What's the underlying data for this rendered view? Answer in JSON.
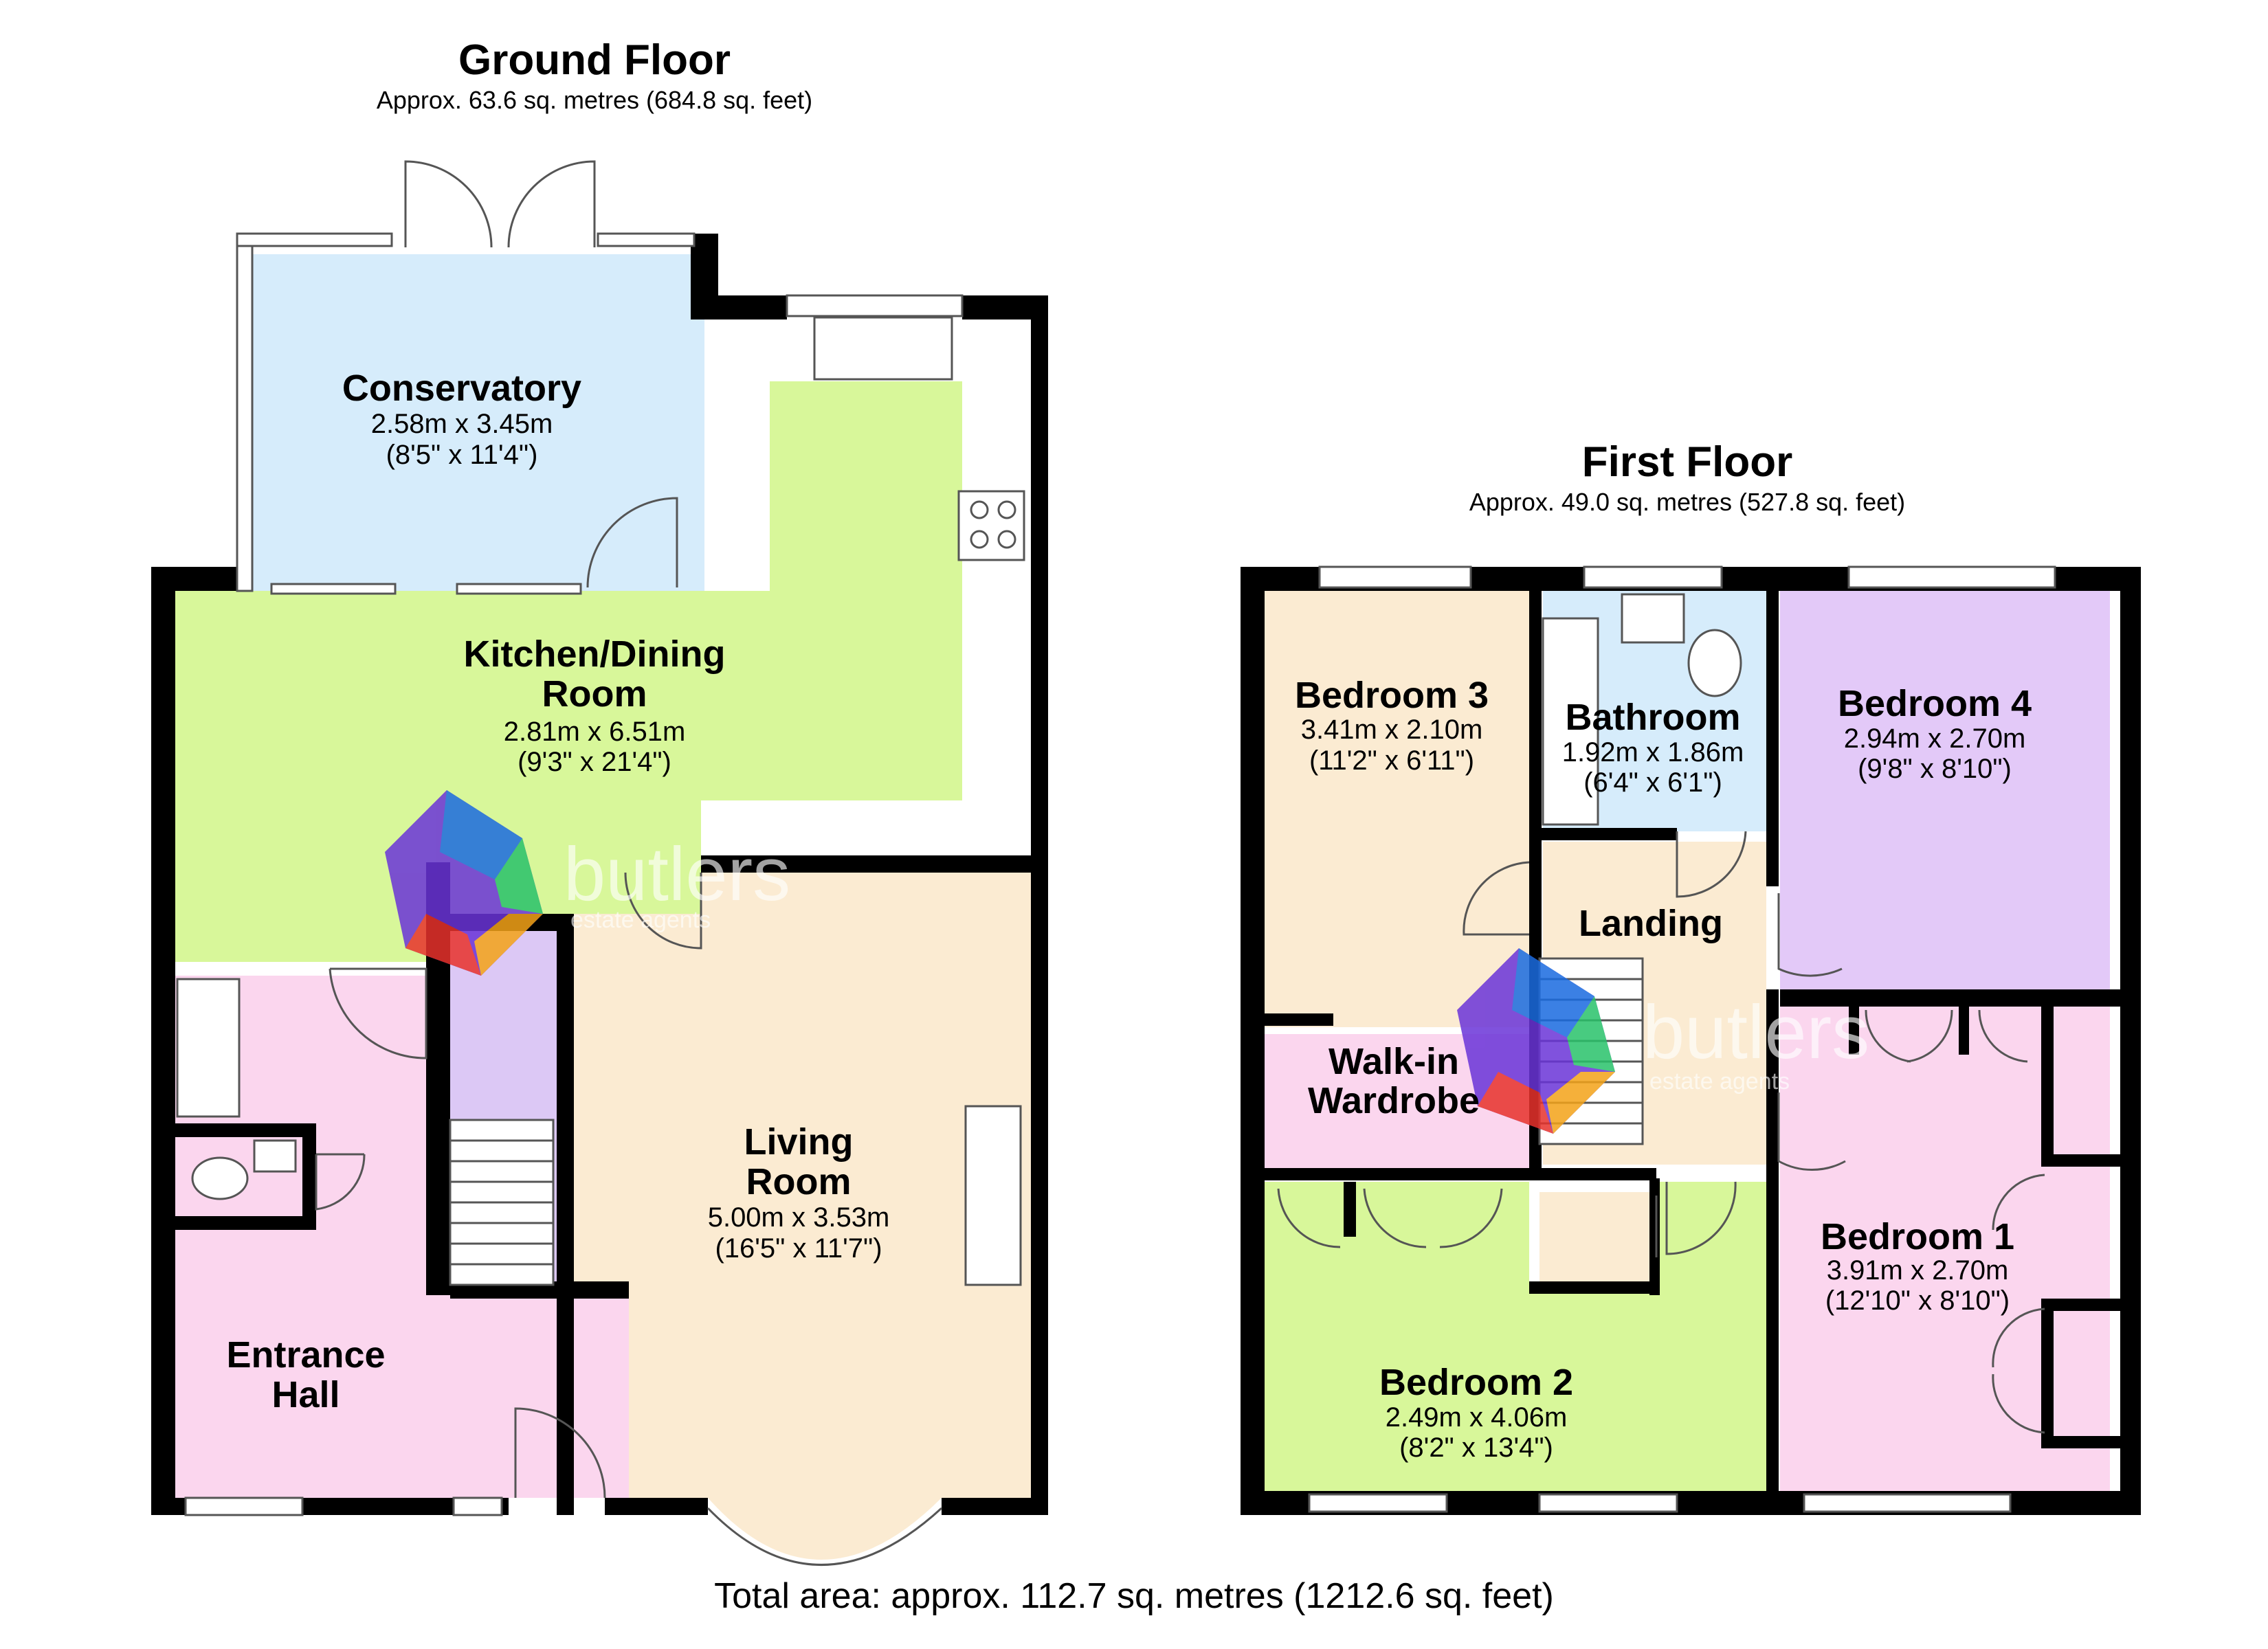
{
  "ground_floor": {
    "title": "Ground Floor",
    "area": "Approx. 63.6 sq. metres (684.8 sq. feet)",
    "rooms": {
      "conservatory": {
        "name": "Conservatory",
        "metric": "2.58m x 3.45m",
        "imperial": "(8'5\" x 11'4\")"
      },
      "kitchen": {
        "name_line1": "Kitchen/Dining",
        "name_line2": "Room",
        "metric": "2.81m x 6.51m",
        "imperial": "(9'3\" x 21'4\")"
      },
      "living": {
        "name_line1": "Living",
        "name_line2": "Room",
        "metric": "5.00m x 3.53m",
        "imperial": "(16'5\" x 11'7\")"
      },
      "entrance": {
        "name_line1": "Entrance",
        "name_line2": "Hall"
      }
    }
  },
  "first_floor": {
    "title": "First Floor",
    "area": "Approx. 49.0 sq. metres (527.8 sq. feet)",
    "rooms": {
      "bedroom3": {
        "name": "Bedroom 3",
        "metric": "3.41m x 2.10m",
        "imperial": "(11'2\" x 6'11\")"
      },
      "bathroom": {
        "name": "Bathroom",
        "metric": "1.92m x 1.86m",
        "imperial": "(6'4\" x 6'1\")"
      },
      "bedroom4": {
        "name": "Bedroom 4",
        "metric": "2.94m x 2.70m",
        "imperial": "(9'8\" x 8'10\")"
      },
      "landing": {
        "name": "Landing"
      },
      "wardrobe": {
        "name_line1": "Walk-in",
        "name_line2": "Wardrobe"
      },
      "bedroom1": {
        "name": "Bedroom 1",
        "metric": "3.91m x 2.70m",
        "imperial": "(12'10\" x 8'10\")"
      },
      "bedroom2": {
        "name": "Bedroom 2",
        "metric": "2.49m x 4.06m",
        "imperial": "(8'2\" x 13'4\")"
      }
    }
  },
  "total_area": "Total area: approx. 112.7 sq. metres (1212.6 sq. feet)",
  "watermark": {
    "brand": "butlers",
    "tagline": "estate agents"
  },
  "colors": {
    "conservatory": "#d6ecfb",
    "kitchen": "#d8f79a",
    "living": "#fbebd2",
    "hall": "#fbd6ee",
    "stairs": "#dcc8f5",
    "bedroom3": "#fbebd2",
    "bathroom": "#d6ecfb",
    "bedroom4": "#e3c9f8",
    "landing": "#fbebd2",
    "wardrobe": "#fbd6ee",
    "bedroom1": "#fbd6ee",
    "bedroom2": "#d8f79a",
    "wall": "#000000"
  }
}
